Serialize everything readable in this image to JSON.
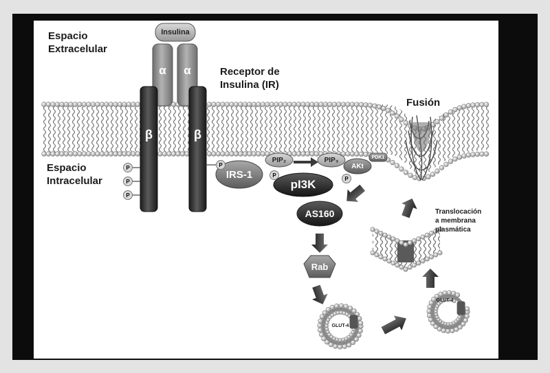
{
  "labels": {
    "extracellular": [
      "Espacio",
      "Extracelular"
    ],
    "intracellular": [
      "Espacio",
      "Intracelular"
    ],
    "receptor": [
      "Receptor de",
      "Insulina (IR)"
    ],
    "fusion": "Fusión",
    "translocation": [
      "Translocación",
      "a membrana",
      "plasmática"
    ]
  },
  "molecules": {
    "insulin": "Insulina",
    "alpha": "α",
    "beta": "β",
    "phospho": "P",
    "irs1": "IRS-1",
    "pi3k": "pI3K",
    "pip2": "PIP₂",
    "pip3": "PIP₃",
    "akt": "AKt",
    "pdk1": "PDK1",
    "as160": "AS160",
    "rab": "Rab",
    "glut4": "GLUT-4"
  },
  "colors": {
    "background": "#e3e3e3",
    "frame": "#0c0c0c",
    "panel": "#ffffff",
    "beta_subunit": "#2d2d2d",
    "alpha_subunit": "#8c8c8c",
    "pi3k": "#2a2a2a",
    "as160": "#6a6a6a",
    "arrow": "#3a3a3a"
  }
}
